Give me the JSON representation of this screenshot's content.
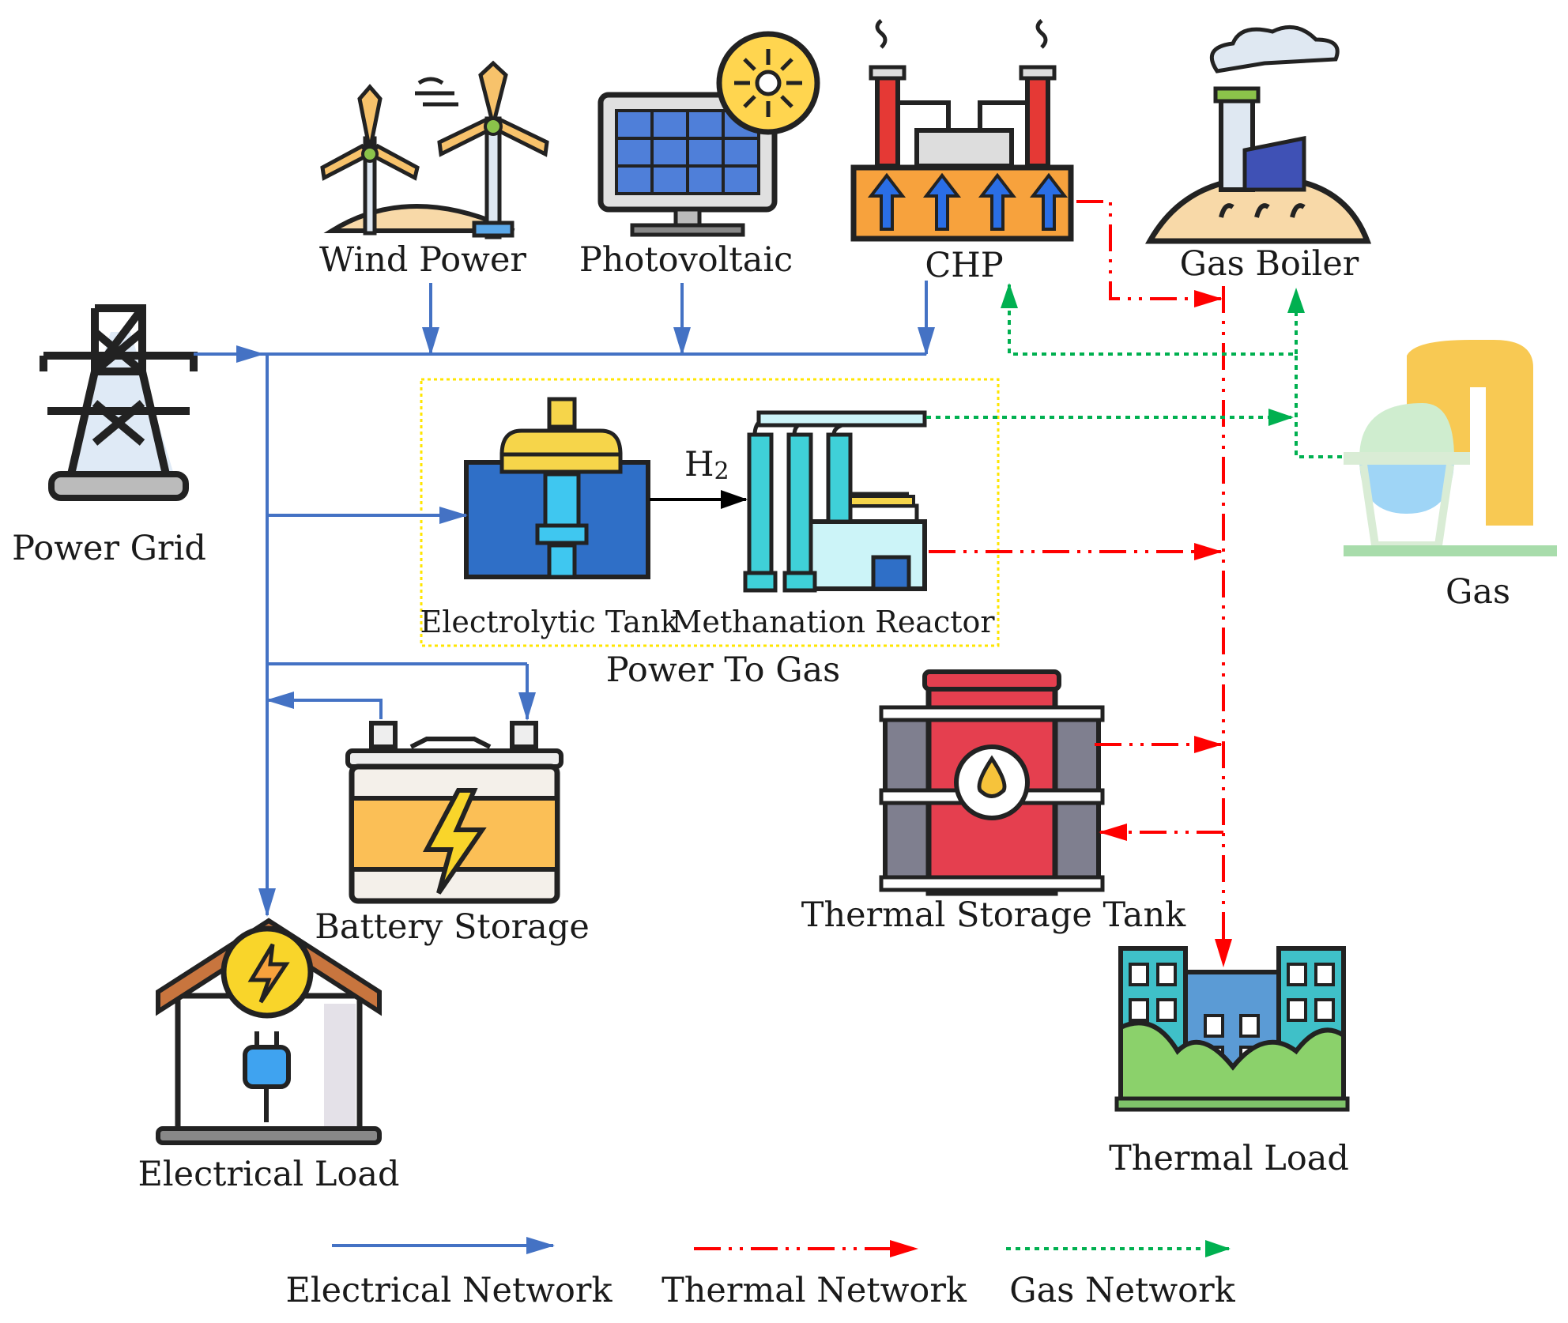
{
  "labels": {
    "wind": "Wind Power",
    "pv": "Photovoltaic",
    "chp": "CHP",
    "boiler": "Gas Boiler",
    "grid": "Power Grid",
    "gas": "Gas",
    "electrolytic": "Electrolytic Tank",
    "methanation": "Methanation Reactor",
    "h2_main": "H",
    "h2_sub": "2",
    "p2g": "Power To Gas",
    "battery": "Battery Storage",
    "thermal_storage": "Thermal Storage Tank",
    "electrical_load": "Electrical Load",
    "thermal_load": "Thermal Load"
  },
  "legend": {
    "electrical": "Electrical Network",
    "thermal": "Thermal Network",
    "gas": "Gas Network"
  },
  "colors": {
    "electrical": "#4472c4",
    "thermal": "#ff0000",
    "gas": "#00b050",
    "p2g_box": "#ffe600"
  }
}
